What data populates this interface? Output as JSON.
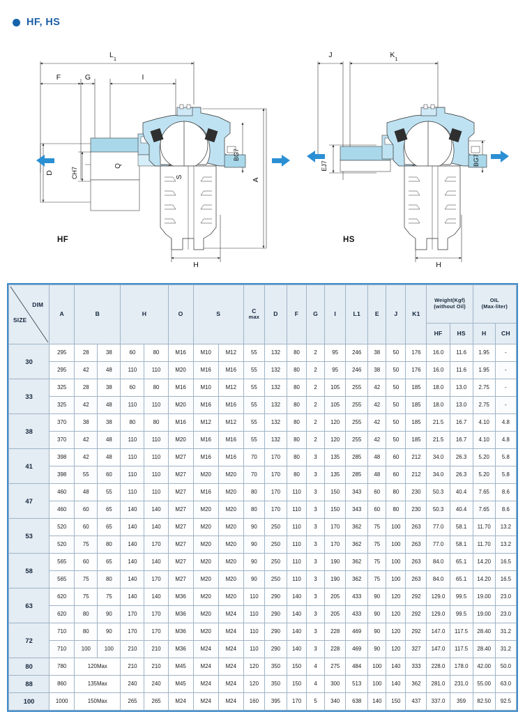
{
  "title": {
    "text": "HF, HS",
    "bullet_color": "#1763ab"
  },
  "drawings": {
    "hf": {
      "caption": "HF",
      "labels": [
        "L1",
        "F",
        "G",
        "I",
        "D",
        "CH7",
        "Q",
        "S",
        "BG7",
        "A",
        "H"
      ]
    },
    "hs": {
      "caption": "HS",
      "labels": [
        "J",
        "K1",
        "EJ7",
        "BG7",
        "H"
      ]
    }
  },
  "table": {
    "corner": {
      "dim_label": "DIM",
      "size_label": "SIZE"
    },
    "headers": {
      "a": "A",
      "b": "B",
      "h": "H",
      "o": "O",
      "s": "S",
      "c_max": "C\nmax",
      "c_line1": "C",
      "c_line2": "max",
      "d": "D",
      "f": "F",
      "g": "G",
      "i": "I",
      "l1": "L1",
      "e": "E",
      "j": "J",
      "k1": "K1",
      "weight": "Weight(Kgf)\n(without Oil)",
      "weight_line1": "Weight(Kgf)",
      "weight_line2": "(without Oil)",
      "oil": "OIL\n(Max-liter)",
      "oil_line1": "OIL",
      "oil_line2": "(Max-liter)",
      "weight_hf": "HF",
      "weight_hs": "HS",
      "oil_h": "H",
      "oil_ch": "CH"
    },
    "columns": [
      "SIZE",
      "A",
      "B1",
      "B2",
      "H1",
      "H2",
      "O",
      "S1",
      "S2",
      "C max",
      "D",
      "F",
      "G",
      "I",
      "L1",
      "E",
      "J",
      "K1",
      "HF",
      "HS",
      "OIL H",
      "OIL CH"
    ],
    "groups": [
      {
        "size": "30",
        "rows": [
          [
            "295",
            "28",
            "38",
            "60",
            "80",
            "M16",
            "M10",
            "M12",
            "55",
            "132",
            "80",
            "2",
            "95",
            "246",
            "38",
            "50",
            "176",
            "16.0",
            "11.6",
            "1.95",
            "-"
          ],
          [
            "295",
            "42",
            "48",
            "110",
            "110",
            "M20",
            "M16",
            "M16",
            "55",
            "132",
            "80",
            "2",
            "95",
            "246",
            "38",
            "50",
            "176",
            "16.0",
            "11.6",
            "1.95",
            "-"
          ]
        ]
      },
      {
        "size": "33",
        "rows": [
          [
            "325",
            "28",
            "38",
            "60",
            "80",
            "M16",
            "M10",
            "M12",
            "55",
            "132",
            "80",
            "2",
            "105",
            "255",
            "42",
            "50",
            "185",
            "18.0",
            "13.0",
            "2.75",
            "-"
          ],
          [
            "325",
            "42",
            "48",
            "110",
            "110",
            "M20",
            "M16",
            "M16",
            "55",
            "132",
            "80",
            "2",
            "105",
            "255",
            "42",
            "50",
            "185",
            "18.0",
            "13.0",
            "2.75",
            "-"
          ]
        ]
      },
      {
        "size": "38",
        "rows": [
          [
            "370",
            "38",
            "38",
            "80",
            "80",
            "M16",
            "M12",
            "M12",
            "55",
            "132",
            "80",
            "2",
            "120",
            "255",
            "42",
            "50",
            "185",
            "21.5",
            "16.7",
            "4.10",
            "4.8"
          ],
          [
            "370",
            "42",
            "48",
            "110",
            "110",
            "M20",
            "M16",
            "M16",
            "55",
            "132",
            "80",
            "2",
            "120",
            "255",
            "42",
            "50",
            "185",
            "21.5",
            "16.7",
            "4.10",
            "4.8"
          ]
        ]
      },
      {
        "size": "41",
        "rows": [
          [
            "398",
            "42",
            "48",
            "110",
            "110",
            "M27",
            "M16",
            "M16",
            "70",
            "170",
            "80",
            "3",
            "135",
            "285",
            "48",
            "60",
            "212",
            "34.0",
            "26.3",
            "5.20",
            "5.8"
          ],
          [
            "398",
            "55",
            "60",
            "110",
            "110",
            "M27",
            "M20",
            "M20",
            "70",
            "170",
            "80",
            "3",
            "135",
            "285",
            "48",
            "60",
            "212",
            "34.0",
            "26.3",
            "5.20",
            "5.8"
          ]
        ]
      },
      {
        "size": "47",
        "rows": [
          [
            "460",
            "48",
            "55",
            "110",
            "110",
            "M27",
            "M16",
            "M20",
            "80",
            "170",
            "110",
            "3",
            "150",
            "343",
            "60",
            "80",
            "230",
            "50.3",
            "40.4",
            "7.65",
            "8.6"
          ],
          [
            "460",
            "60",
            "65",
            "140",
            "140",
            "M27",
            "M20",
            "M20",
            "80",
            "170",
            "110",
            "3",
            "150",
            "343",
            "60",
            "80",
            "230",
            "50.3",
            "40.4",
            "7.65",
            "8.6"
          ]
        ]
      },
      {
        "size": "53",
        "rows": [
          [
            "520",
            "60",
            "65",
            "140",
            "140",
            "M27",
            "M20",
            "M20",
            "90",
            "250",
            "110",
            "3",
            "170",
            "362",
            "75",
            "100",
            "263",
            "77.0",
            "58.1",
            "11.70",
            "13.2"
          ],
          [
            "520",
            "75",
            "80",
            "140",
            "170",
            "M27",
            "M20",
            "M20",
            "90",
            "250",
            "110",
            "3",
            "170",
            "362",
            "75",
            "100",
            "263",
            "77.0",
            "58.1",
            "11.70",
            "13.2"
          ]
        ]
      },
      {
        "size": "58",
        "rows": [
          [
            "565",
            "60",
            "65",
            "140",
            "140",
            "M27",
            "M20",
            "M20",
            "90",
            "250",
            "110",
            "3",
            "190",
            "362",
            "75",
            "100",
            "263",
            "84.0",
            "65.1",
            "14.20",
            "16.5"
          ],
          [
            "565",
            "75",
            "80",
            "140",
            "170",
            "M27",
            "M20",
            "M20",
            "90",
            "250",
            "110",
            "3",
            "190",
            "362",
            "75",
            "100",
            "263",
            "84.0",
            "65.1",
            "14.20",
            "16.5"
          ]
        ]
      },
      {
        "size": "63",
        "rows": [
          [
            "620",
            "75",
            "75",
            "140",
            "140",
            "M36",
            "M20",
            "M20",
            "110",
            "290",
            "140",
            "3",
            "205",
            "433",
            "90",
            "120",
            "292",
            "129.0",
            "99.5",
            "19.00",
            "23.0"
          ],
          [
            "620",
            "80",
            "90",
            "170",
            "170",
            "M36",
            "M20",
            "M24",
            "110",
            "290",
            "140",
            "3",
            "205",
            "433",
            "90",
            "120",
            "292",
            "129.0",
            "99.5",
            "19.00",
            "23.0"
          ]
        ]
      },
      {
        "size": "72",
        "rows": [
          [
            "710",
            "80",
            "90",
            "170",
            "170",
            "M36",
            "M20",
            "M24",
            "110",
            "290",
            "140",
            "3",
            "228",
            "469",
            "90",
            "120",
            "292",
            "147.0",
            "117.5",
            "28.40",
            "31.2"
          ],
          [
            "710",
            "100",
            "100",
            "210",
            "210",
            "M36",
            "M24",
            "M24",
            "110",
            "290",
            "140",
            "3",
            "228",
            "469",
            "90",
            "120",
            "327",
            "147.0",
            "117.5",
            "28.40",
            "31.2"
          ]
        ]
      },
      {
        "size": "80",
        "merged_b": "120Max",
        "rows": [
          [
            "780",
            "120Max",
            "210",
            "210",
            "M45",
            "M24",
            "M24",
            "120",
            "350",
            "150",
            "4",
            "275",
            "484",
            "100",
            "140",
            "333",
            "228.0",
            "178.0",
            "42.00",
            "50.0"
          ]
        ]
      },
      {
        "size": "88",
        "merged_b": "135Max",
        "rows": [
          [
            "860",
            "135Max",
            "240",
            "240",
            "M45",
            "M24",
            "M24",
            "120",
            "350",
            "150",
            "4",
            "300",
            "513",
            "100",
            "140",
            "362",
            "281.0",
            "231.0",
            "55.00",
            "63.0"
          ]
        ]
      },
      {
        "size": "100",
        "merged_b": "150Max",
        "rows": [
          [
            "1000",
            "150Max",
            "265",
            "265",
            "M24",
            "M24",
            "M24",
            "160",
            "395",
            "170",
            "5",
            "340",
            "638",
            "140",
            "150",
            "437",
            "337.0",
            "359",
            "82.50",
            "92.5"
          ]
        ]
      }
    ]
  }
}
